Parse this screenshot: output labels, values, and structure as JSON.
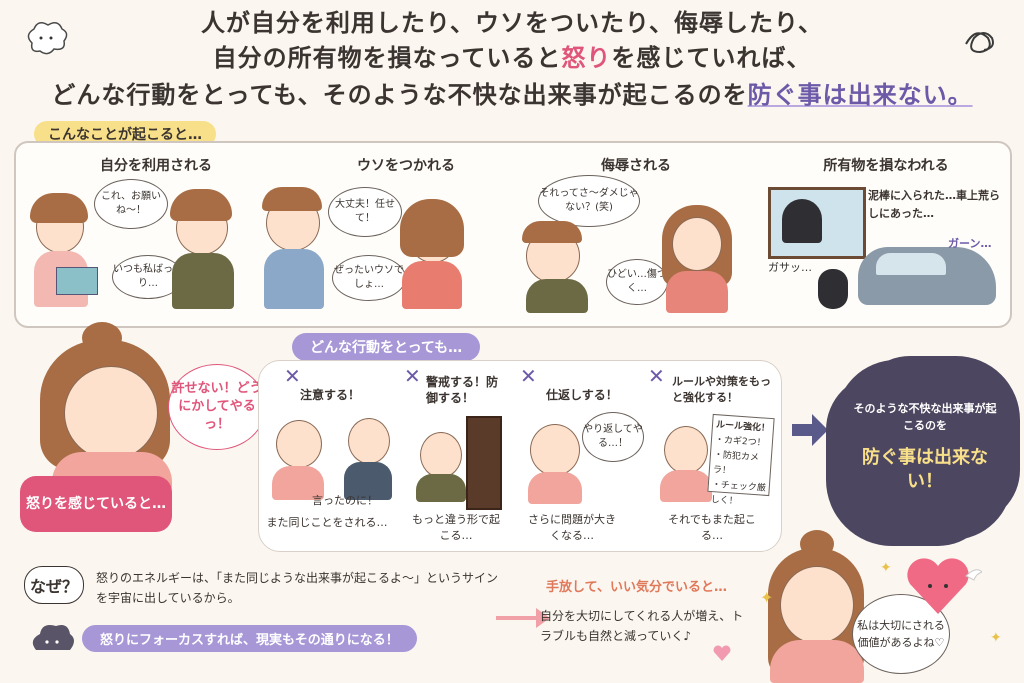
{
  "header": {
    "line1": "人が自分を利用したり、ウソをついたり、侮辱したり、",
    "line2_a": "自分の所有物を損なっていると",
    "line2_anger": "怒り",
    "line2_b": "を感じていれば、",
    "line3_a": "どんな行動をとっても、そのような不快な出来事が起こるのを",
    "line3_hl": "防ぐ事は出来ない。"
  },
  "section1": {
    "tag": "こんなことが起こると…",
    "columns": [
      {
        "title": "自分を利用される",
        "bubble1": "これ、お願いね〜！",
        "bubble2": "いつも私ばっかり…"
      },
      {
        "title": "ウソをつかれる",
        "bubble1": "大丈夫！任せて！",
        "bubble2": "ぜったいウソでしょ…"
      },
      {
        "title": "侮辱される",
        "bubble1": "それってさ〜ダメじゃない？(笑)",
        "bubble2": "ひどい…傷つく…"
      },
      {
        "title": "所有物を損なわれる",
        "caption": "泥棒に入られた…車上荒らしにあった…",
        "sfx1": "ガサッ…",
        "sfx2": "ガーン…"
      }
    ]
  },
  "angry": {
    "bubble": "許せない！どうにかしてやるっ！",
    "label": "怒りを感じていると…"
  },
  "section2": {
    "tag": "どんな行動をとっても…",
    "actions": [
      {
        "title": "注意する！",
        "inner": "言ったのに！",
        "result": "また同じことをされる…"
      },
      {
        "title": "警戒する！防御する！",
        "result": "もっと違う形で起こる…"
      },
      {
        "title": "仕返しする！",
        "inner": "やり返してやる…！",
        "result": "さらに問題が大きくなる…"
      },
      {
        "title": "ルールや対策をもっと強化する！",
        "note_title": "ルール強化！",
        "note_items": [
          "・カギ2つ！",
          "・防犯カメラ！",
          "・チェック厳しく！"
        ],
        "result": "それでもまた起こる…"
      }
    ]
  },
  "cloud": {
    "text1": "そのような不快な出来事が起こるのを",
    "text2": "防ぐ事は出来ない！"
  },
  "why": {
    "label": "なぜ？",
    "text": "怒りのエネルギーは、「また同じような出来事が起こるよ〜」というサインを宇宙に出しているから。",
    "focus": "怒りにフォーカスすれば、現実もその通りになる！"
  },
  "letgo": {
    "title": "手放して、いい気分でいると…",
    "text": "自分を大切にしてくれる人が増え、トラブルも自然と減っていく♪",
    "bubble": "私は大切にされる価値があるよね♡"
  },
  "colors": {
    "pink": "#e0567a",
    "purple": "#6c5aa8",
    "yellow": "#f8e08a",
    "lavender": "#a797d6",
    "cloud": "#4d4660"
  }
}
